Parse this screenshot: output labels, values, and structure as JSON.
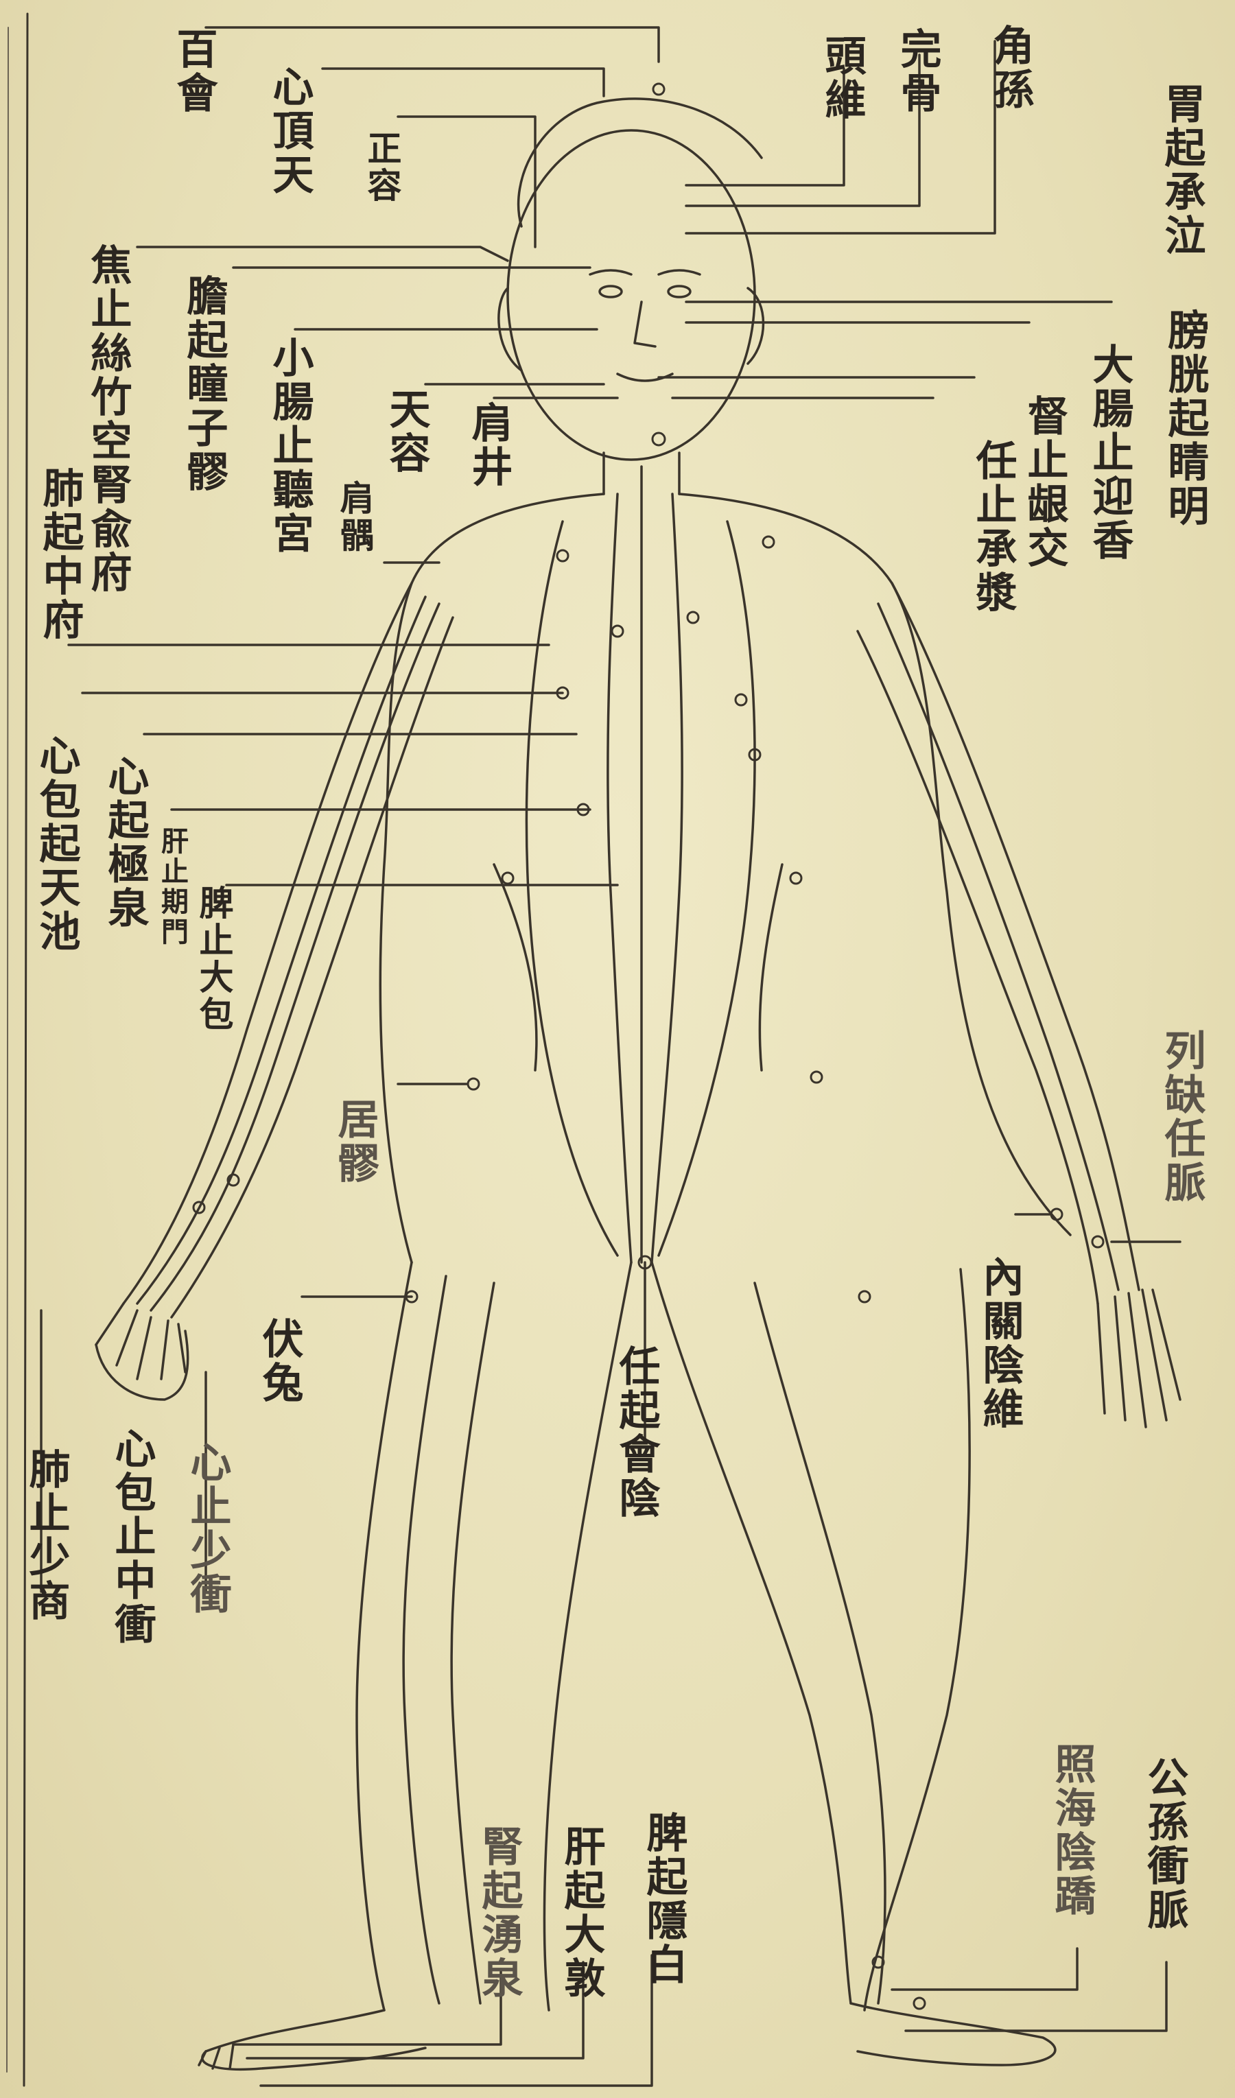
{
  "labels": {
    "bai_hui": "百會",
    "xin_ding_tian": "心頂天",
    "ting_gong": "正容",
    "jiao_zhi": "焦止絲竹空腎兪府",
    "fei_qi": "肺起中府",
    "dan_qi": "膽起瞳子髎",
    "xiao_chang": "小腸止聽宮",
    "tian_rong": "天容",
    "jian_jing": "肩井",
    "jian_yu": "肩髃",
    "xin_qi": "心起極泉",
    "xin_bao_qi": "心包起天池",
    "gan_zhi": "肝止期門",
    "pi_zhi": "脾止大包",
    "ju_liao": "居髎",
    "fu_tu": "伏兔",
    "fei_zhi": "肺止少商",
    "xin_zhi": "心止少衝",
    "xin_bao_zhi": "心包止中衝",
    "jiao_sun": "角孫",
    "wan_gu": "完骨",
    "tou_wei": "頭維",
    "wei_qi": "胃起承泣",
    "pang_guang": "膀胱起睛明",
    "da_chang": "大腸止迎香",
    "du_zhi": "督止龈交",
    "ren_zhi": "任止承漿",
    "lie_que": "列缺任脈",
    "nei_guan": "內關陰維",
    "ren_qi": "任起會陰",
    "gong_sun": "公孫衝脈",
    "zhao_hai": "照海陰蹻",
    "pi_qi": "脾起隱白",
    "gan_qi": "肝起大敦",
    "shen_qi": "腎起湧泉"
  },
  "colors": {
    "paper": "#eae3bd",
    "ink": "#2b2620",
    "faint_ink": "#5b544a",
    "line": "#3a342b"
  }
}
